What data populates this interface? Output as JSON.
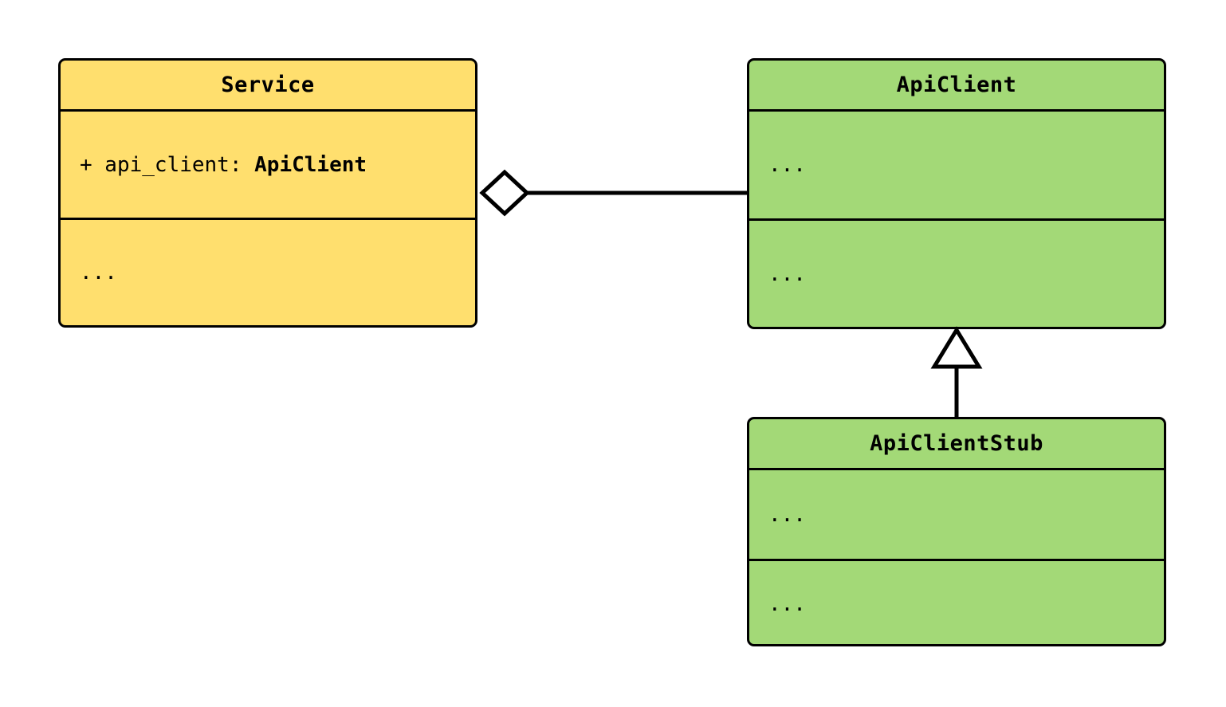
{
  "diagram": {
    "kind": "uml-class-diagram",
    "background_color": "#ffffff",
    "line_color": "#000000",
    "classes": [
      {
        "id": "service",
        "name": "Service",
        "fill_color": "#ffdf6e",
        "attributes_text": "+ api_client: ApiClient",
        "attribute_visibility": "+",
        "attribute_name": "api_client",
        "attribute_separator": ": ",
        "attribute_type": "ApiClient",
        "attributes_prefix": "+ api_client: ",
        "methods_text": "..."
      },
      {
        "id": "apiclient",
        "name": "ApiClient",
        "fill_color": "#a3d977",
        "attributes_text": "...",
        "methods_text": "..."
      },
      {
        "id": "apiclientstub",
        "name": "ApiClientStub",
        "fill_color": "#a3d977",
        "attributes_text": "...",
        "methods_text": "..."
      }
    ],
    "relationships": [
      {
        "id": "service-aggregates-apiclient",
        "type": "aggregation",
        "marker": "hollow-diamond",
        "source": "Service",
        "target": "ApiClient",
        "label": ""
      },
      {
        "id": "apiclientstub-inherits-apiclient",
        "type": "generalization",
        "marker": "hollow-triangle",
        "source": "ApiClientStub",
        "target": "ApiClient",
        "label": ""
      }
    ]
  }
}
